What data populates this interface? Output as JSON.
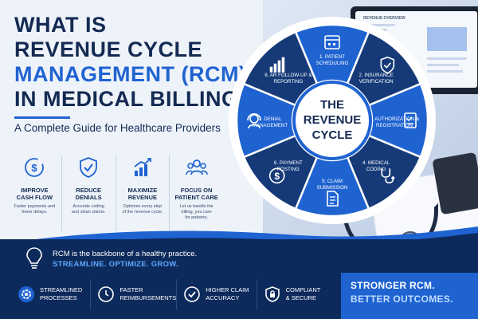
{
  "title": {
    "line1": "WHAT IS",
    "line2": "REVENUE CYCLE",
    "line3": "MANAGEMENT (RCM)",
    "line4": "IN MEDICAL BILLING?"
  },
  "subtitle": "A Complete Guide for Healthcare Providers",
  "benefits": [
    {
      "icon": "dollar-refresh-icon",
      "title_1": "IMPROVE",
      "title_2": "CASH FLOW",
      "desc_1": "Faster payments and",
      "desc_2": "fewer delays."
    },
    {
      "icon": "shield-check-icon",
      "title_1": "REDUCE",
      "title_2": "DENIALS",
      "desc_1": "Accurate coding",
      "desc_2": "and clean claims."
    },
    {
      "icon": "growth-chart-icon",
      "title_1": "MAXIMIZE",
      "title_2": "REVENUE",
      "desc_1": "Optimize every step",
      "desc_2": "of the revenue cycle."
    },
    {
      "icon": "patients-group-icon",
      "title_1": "FOCUS ON",
      "title_2": "PATIENT CARE",
      "desc_1": "Let us handle the",
      "desc_2": "billing, you care",
      "desc_3": "for patients."
    }
  ],
  "wheel": {
    "center_1": "THE",
    "center_2": "REVENUE",
    "center_3": "CYCLE",
    "steps": [
      {
        "l1": "1. PATIENT",
        "l2": "SCHEDULING",
        "icon": "calendar-icon"
      },
      {
        "l1": "2. INSURANCE",
        "l2": "VERIFICATION",
        "icon": "shield-check-icon"
      },
      {
        "l1": "3. AUTHORIZATION &",
        "l2": "REGISTRATION",
        "icon": "clipboard-check-icon"
      },
      {
        "l1": "4. MEDICAL",
        "l2": "CODING",
        "icon": "stethoscope-icon"
      },
      {
        "l1": "5. CLAIM",
        "l2": "SUBMISSION",
        "icon": "document-icon"
      },
      {
        "l1": "6. PAYMENT",
        "l2": "POSTING",
        "icon": "dollar-icon"
      },
      {
        "l1": "7. DENIAL",
        "l2": "MANAGEMENT",
        "icon": "headset-agent-icon"
      },
      {
        "l1": "8. AR FOLLOW-UP &",
        "l2": "REPORTING",
        "icon": "bar-chart-icon"
      }
    ]
  },
  "laptop_screen_title": "REVENUE OVERVIEW",
  "fact": {
    "line1": "RCM is the backbone of a healthy practice.",
    "line2": "STREAMLINE. OPTIMIZE. GROW."
  },
  "features": [
    {
      "icon": "gear-icon",
      "l1": "STREAMLINED",
      "l2": "PROCESSES"
    },
    {
      "icon": "clock-icon",
      "l1": "FASTER",
      "l2": "REIMBURSEMENTS"
    },
    {
      "icon": "check-circle-icon",
      "l1": "HIGHER CLAIM",
      "l2": "ACCURACY"
    },
    {
      "icon": "lock-shield-icon",
      "l1": "COMPLIANT",
      "l2": "& SECURE"
    }
  ],
  "cta": {
    "line1": "STRONGER RCM.",
    "line2": "BETTER OUTCOMES."
  },
  "colors": {
    "navy": "#142a52",
    "blue": "#1f63d1",
    "dark_blue": "#0d2a5c",
    "segment_dark": "#163a78",
    "segment_light": "#1f63d1"
  }
}
